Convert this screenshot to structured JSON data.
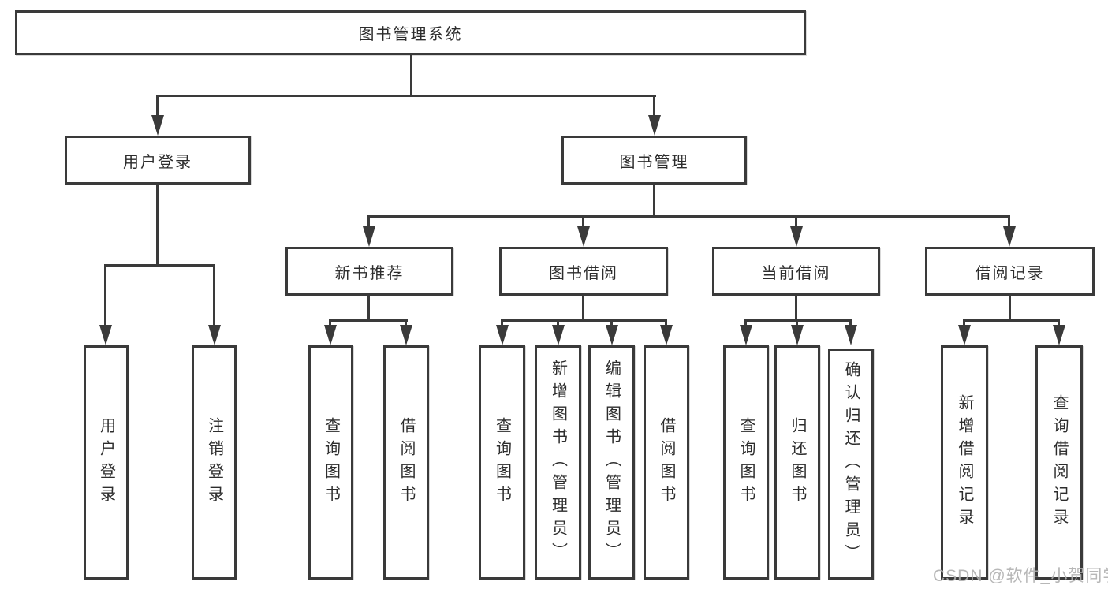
{
  "tree": {
    "label": "图书管理系统",
    "children": [
      {
        "label": "用户登录",
        "children": [
          {
            "label": "用户登录"
          },
          {
            "label": "注销登录"
          }
        ]
      },
      {
        "label": "图书管理",
        "children": [
          {
            "label": "新书推荐",
            "children": [
              {
                "label": "查询图书"
              },
              {
                "label": "借阅图书"
              }
            ]
          },
          {
            "label": "图书借阅",
            "children": [
              {
                "label": "查询图书"
              },
              {
                "label": "新增图书（管理员）"
              },
              {
                "label": "编辑图书（管理员）"
              },
              {
                "label": "借阅图书"
              }
            ]
          },
          {
            "label": "当前借阅",
            "children": [
              {
                "label": "查询图书"
              },
              {
                "label": "归还图书"
              },
              {
                "label": "确认归还（管理员）"
              }
            ]
          },
          {
            "label": "借阅记录",
            "children": [
              {
                "label": "新增借阅记录"
              },
              {
                "label": "查询借阅记录"
              }
            ]
          }
        ]
      }
    ]
  },
  "watermark": {
    "text": "CSDN @软件_小贺同学"
  },
  "colors": {
    "line": "#3a3a3a",
    "text": "#2d2d2d",
    "box_bg": "#ffffff",
    "watermark": "#afafaf"
  }
}
